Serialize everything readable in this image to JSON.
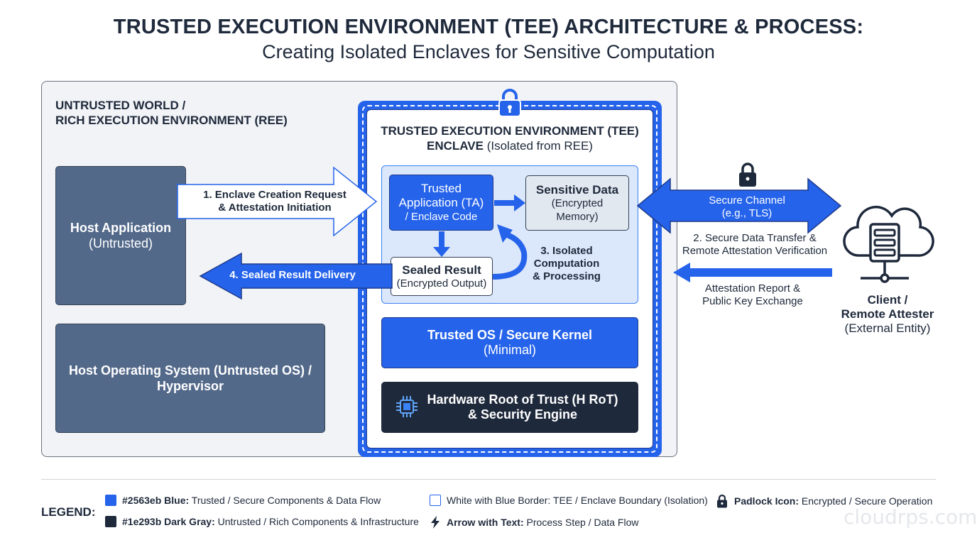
{
  "header": {
    "title": "TRUSTED EXECUTION ENVIRONMENT (TEE) ARCHITECTURE & PROCESS:",
    "subtitle": "Creating Isolated Enclaves for Sensitive Computation"
  },
  "ree": {
    "label_line1": "UNTRUSTED WORLD /",
    "label_line2": "RICH EXECUTION ENVIRONMENT (REE)",
    "host_app_line1": "Host Application",
    "host_app_line2": "(Untrusted)",
    "host_os_line1": "Host Operating System (Untrusted OS) /",
    "host_os_line2": "Hypervisor"
  },
  "tee": {
    "title_line1": "TRUSTED EXECUTION ENVIRONMENT (TEE)",
    "title_line2_bold": "ENCLAVE",
    "title_line2_rest": " (Isolated from REE)",
    "ta_line1": "Trusted",
    "ta_line2": "Application (TA)",
    "ta_line3": "/ Enclave Code",
    "sensitive_line1": "Sensitive Data",
    "sensitive_line2": "(Encrypted",
    "sensitive_line3": "Memory)",
    "sealed_line1": "Sealed Result",
    "sealed_line2": "(Encrypted Output)",
    "isolated_line1": "3. Isolated",
    "isolated_line2": "Computation",
    "isolated_line3": "& Processing",
    "trusted_os_line1": "Trusted OS / Secure Kernel",
    "trusted_os_line2": "(Minimal)",
    "hrot_line1": "Hardware Root of Trust (H RoT)",
    "hrot_line2": "& Security Engine"
  },
  "flows": {
    "step1_line1": "1. Enclave Creation Request",
    "step1_line2": "& Attestation Initiation",
    "step4": "4. Sealed Result Delivery",
    "channel_line1": "Secure Channel",
    "channel_line2": "(e.g., TLS)",
    "step2_line1": "2. Secure Data Transfer &",
    "step2_line2": "Remote Attestation Verification",
    "attest_line1": "Attestation Report &",
    "attest_line2": "Public Key Exchange"
  },
  "client": {
    "line1": "Client /",
    "line2": "Remote Attester",
    "line3": "(External Entity)"
  },
  "legend": {
    "title": "LEGEND:",
    "item1_bold": "#2563eb Blue:",
    "item1_rest": " Trusted / Secure Components & Data Flow",
    "item2_bold": "#1e293b Dark Gray:",
    "item2_rest": " Untrusted / Rich Components & Infrastructure",
    "item3_bold": "White with Blue Border:",
    "item3_rest": " TEE / Enclave Boundary (Isolation)",
    "item4_bold": "Arrow with Text:",
    "item4_rest": " Process Step / Data Flow",
    "item5_bold": "Padlock Icon:",
    "item5_rest": " Encrypted / Secure Operation"
  },
  "watermark": "cloudrps.com",
  "colors": {
    "blue": "#2563eb",
    "dark_gray": "#1e293b",
    "slate": "#53698a",
    "enclave_bg": "#dbe7fb"
  },
  "icons": [
    "padlock-icon",
    "chip-icon",
    "cloud-server-icon",
    "lightning-icon"
  ]
}
